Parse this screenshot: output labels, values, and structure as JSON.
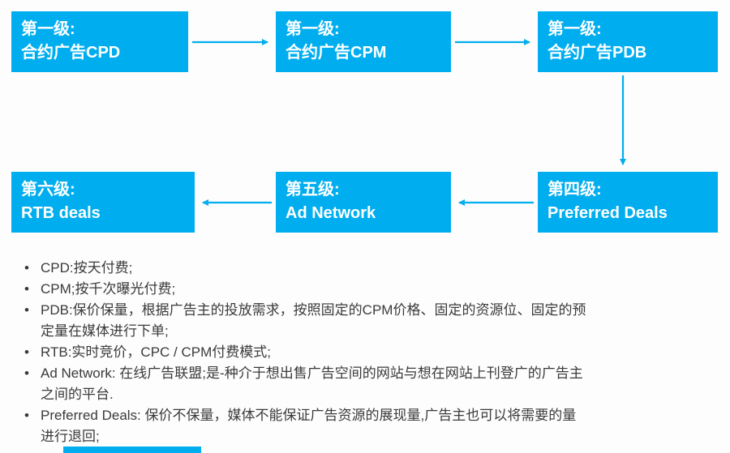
{
  "colors": {
    "accent": "#00aeef",
    "box_text": "#ffffff",
    "notes_text": "#3a3a3a"
  },
  "diagram": {
    "boxes": [
      {
        "line1": "第一级:",
        "line2": "合约广告CPD"
      },
      {
        "line1": "第一级:",
        "line2": "合约广告CPM"
      },
      {
        "line1": "第一级:",
        "line2": "合约广告PDB"
      },
      {
        "line1": "第四级:",
        "line2": "Preferred Deals"
      },
      {
        "line1": "第五级:",
        "line2": "Ad Network"
      },
      {
        "line1": "第六级:",
        "line2": "RTB deals"
      }
    ],
    "flow_order": "合约广告CPD → 合约广告CPM → 合约广告PDB → Preferred Deals → Ad Network → RTB deals"
  },
  "notes": {
    "items": [
      "CPD:按天付费;",
      "CPM;按千次曝光付费;",
      "PDB:保价保量，根据广告主的投放需求，按照固定的CPM价格、固定的资源位、固定的预定量在媒体进行下单;",
      "RTB:实时竞价，CPC / CPM付费模式;",
      "Ad Network: 在线广告联盟;是-种介于想出售广告空间的网站与想在网站上刊登广的广告主之间的平台.",
      "Preferred Deals: 保价不保量，媒体不能保证广告资源的展现量,广告主也可以将需要的量进行退回;"
    ]
  }
}
